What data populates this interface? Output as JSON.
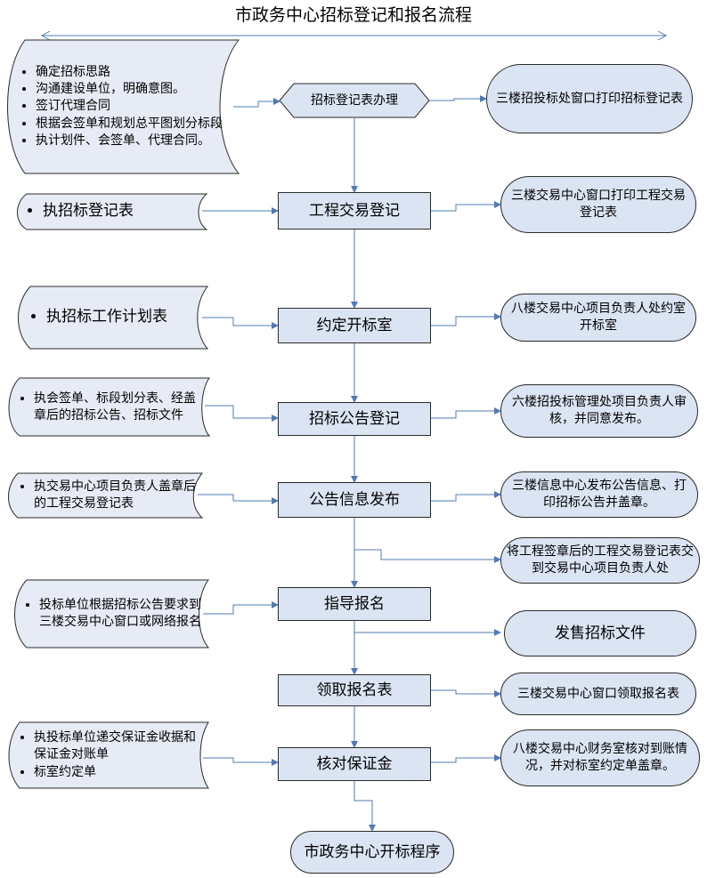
{
  "title": "市政务中心招标登记和报名流程",
  "colors": {
    "box_fill": "#dbe4f3",
    "doc_fill": "#e7ebf5",
    "border": "#2a2a2a",
    "arrow": "#4f7bb6"
  },
  "main_flow": [
    "招标登记表办理",
    "工程交易登记",
    "约定开标室",
    "招标公告登记",
    "公告信息发布",
    "指导报名",
    "领取报名表",
    "核对保证金"
  ],
  "end_node": "市政务中心开标程序",
  "left_notes": [
    [
      "确定招标思路",
      "沟通建设单位，明确意图。",
      "签订代理合同",
      "根据会签单和规划总平图划分标段",
      "执计划件、会签单、代理合同。"
    ],
    [
      "执招标登记表"
    ],
    [
      "执招标工作计划表"
    ],
    [
      "执会签单、标段划分表、经盖章后的招标公告、招标文件"
    ],
    [
      "执交易中心项目负责人盖章后的工程交易登记表"
    ],
    [
      "投标单位根据招标公告要求到三楼交易中心窗口或网络报名"
    ],
    [
      "执投标单位递交保证金收据和保证金对账单",
      "标室约定单"
    ]
  ],
  "right_notes": [
    "三楼招投标处窗口打印招标登记表",
    "三楼交易中心窗口打印工程交易登记表",
    "八楼交易中心项目负责人处约室开标室",
    "六楼招投标管理处项目负责人审核，并同意发布。",
    "三楼信息中心发布公告信息、打印招标公告并盖章。",
    "将工程签章后的工程交易登记表交到交易中心项目负责人处",
    "发售招标文件",
    "三楼交易中心窗口领取报名表",
    "八楼交易中心财务室核对到账情况，并对标室约定单盖章。"
  ]
}
